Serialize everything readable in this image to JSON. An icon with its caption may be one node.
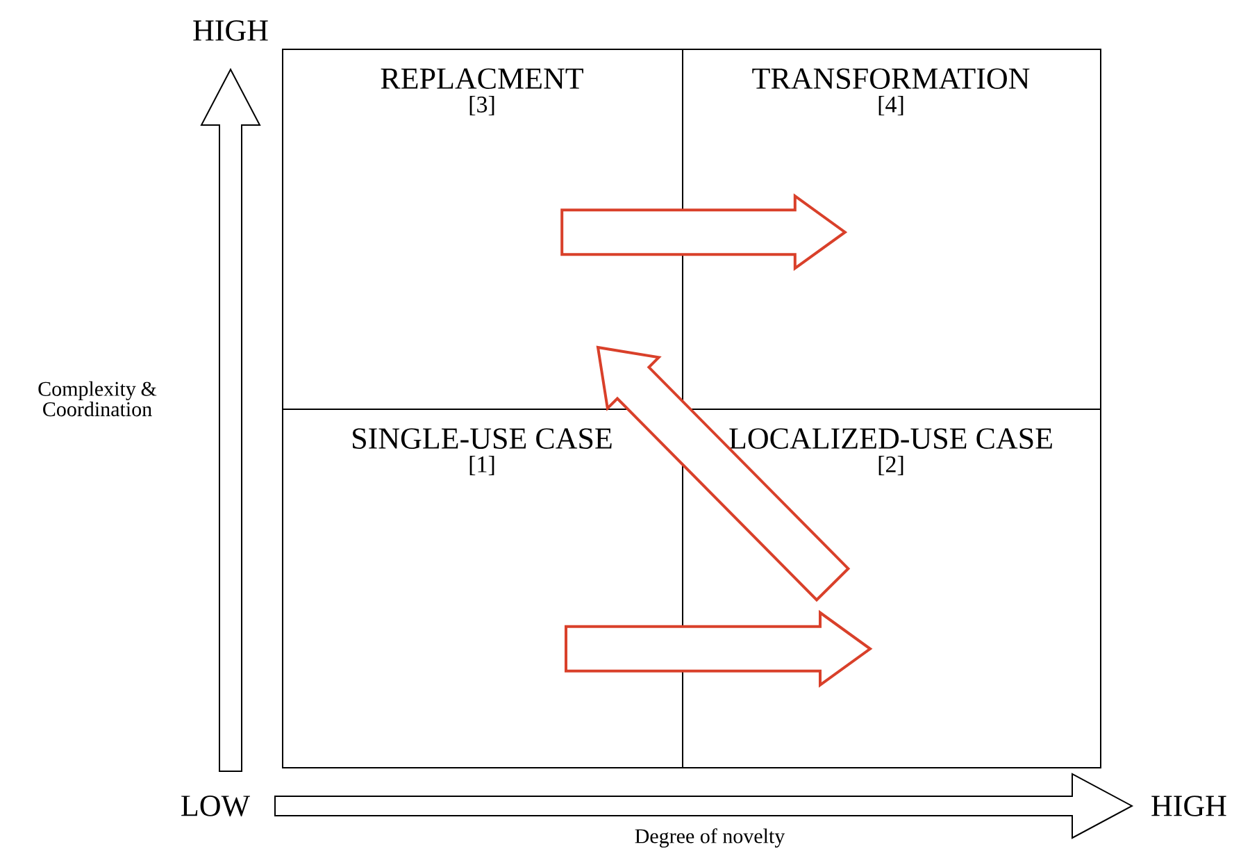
{
  "diagram": {
    "nodes": [
      {
        "text": [
          "REPLACMENT",
          "[3]"
        ]
      },
      {
        "text": [
          "TRANSFORMATION",
          "[4]"
        ]
      },
      {
        "text": [
          "SINGLE-USE CASE",
          "[1]"
        ]
      },
      {
        "text": [
          "LOCALIZED-USE CASE",
          "[2]"
        ]
      }
    ],
    "edges": [
      {
        "from": 2,
        "to": 3,
        "arrow": "to",
        "color": "#d9402a"
      },
      {
        "from": 3,
        "to": 0,
        "arrow": "to",
        "color": "#d9402a"
      },
      {
        "from": 0,
        "to": 1,
        "arrow": "to",
        "color": "#d9402a"
      }
    ],
    "labels": [
      "HIGH",
      "Complexity & Coordination",
      "LOW",
      "HIGH",
      "Degree of novelty"
    ]
  }
}
